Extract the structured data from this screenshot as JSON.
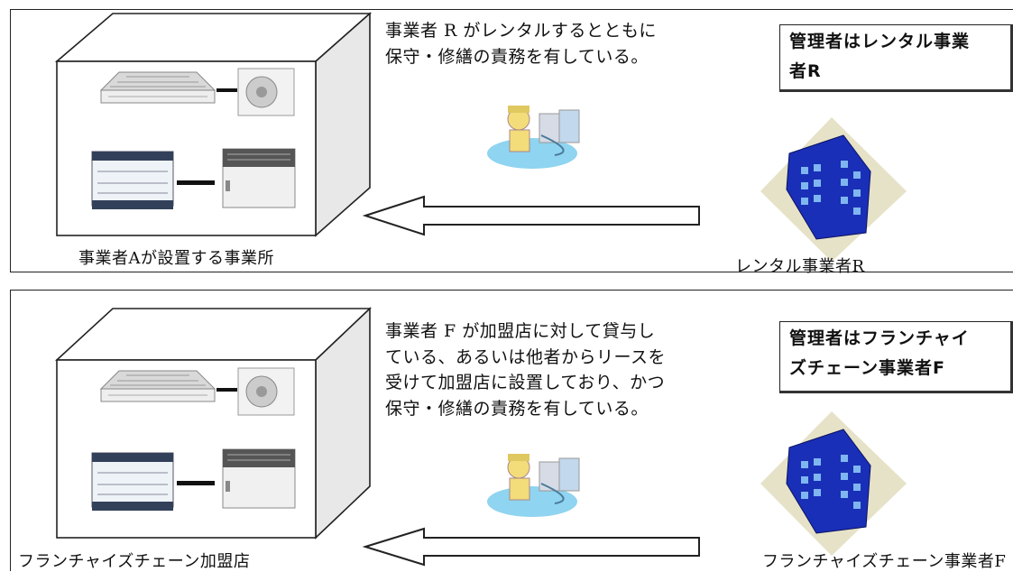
{
  "panels": [
    {
      "description_lines": [
        "事業者 R がレンタルするとともに",
        "保守・修繕の責務を有している。"
      ],
      "manager_lines": [
        "管理者はレンタル事業",
        "者R"
      ],
      "left_caption": "事業者Aが設置する事業所",
      "right_caption": "レンタル事業者R"
    },
    {
      "description_lines": [
        "事業者 F が加盟店に対して貸与し",
        "ている、あるいは他者からリースを",
        "受けて加盟店に設置しており、かつ",
        "保守・修繕の責務を有している。"
      ],
      "manager_lines": [
        "管理者はフランチャイ",
        "ズチェーン事業者F"
      ],
      "left_caption": "フランチャイズチェーン加盟店",
      "right_caption": "フランチャイズチェーン事業者F"
    }
  ],
  "colors": {
    "building_blue": "#1a2fb8",
    "ground_beige": "#e6e2c8",
    "puddle_blue": "#8fd4f0",
    "worker_yellow": "#f3dc7a"
  },
  "icons": [
    "ceiling-ac-cassette-icon",
    "outdoor-ac-unit-icon",
    "refrigerated-showcase-icon",
    "condensing-unit-icon",
    "maintenance-worker-icon",
    "office-building-icon",
    "arrow-left-icon"
  ]
}
